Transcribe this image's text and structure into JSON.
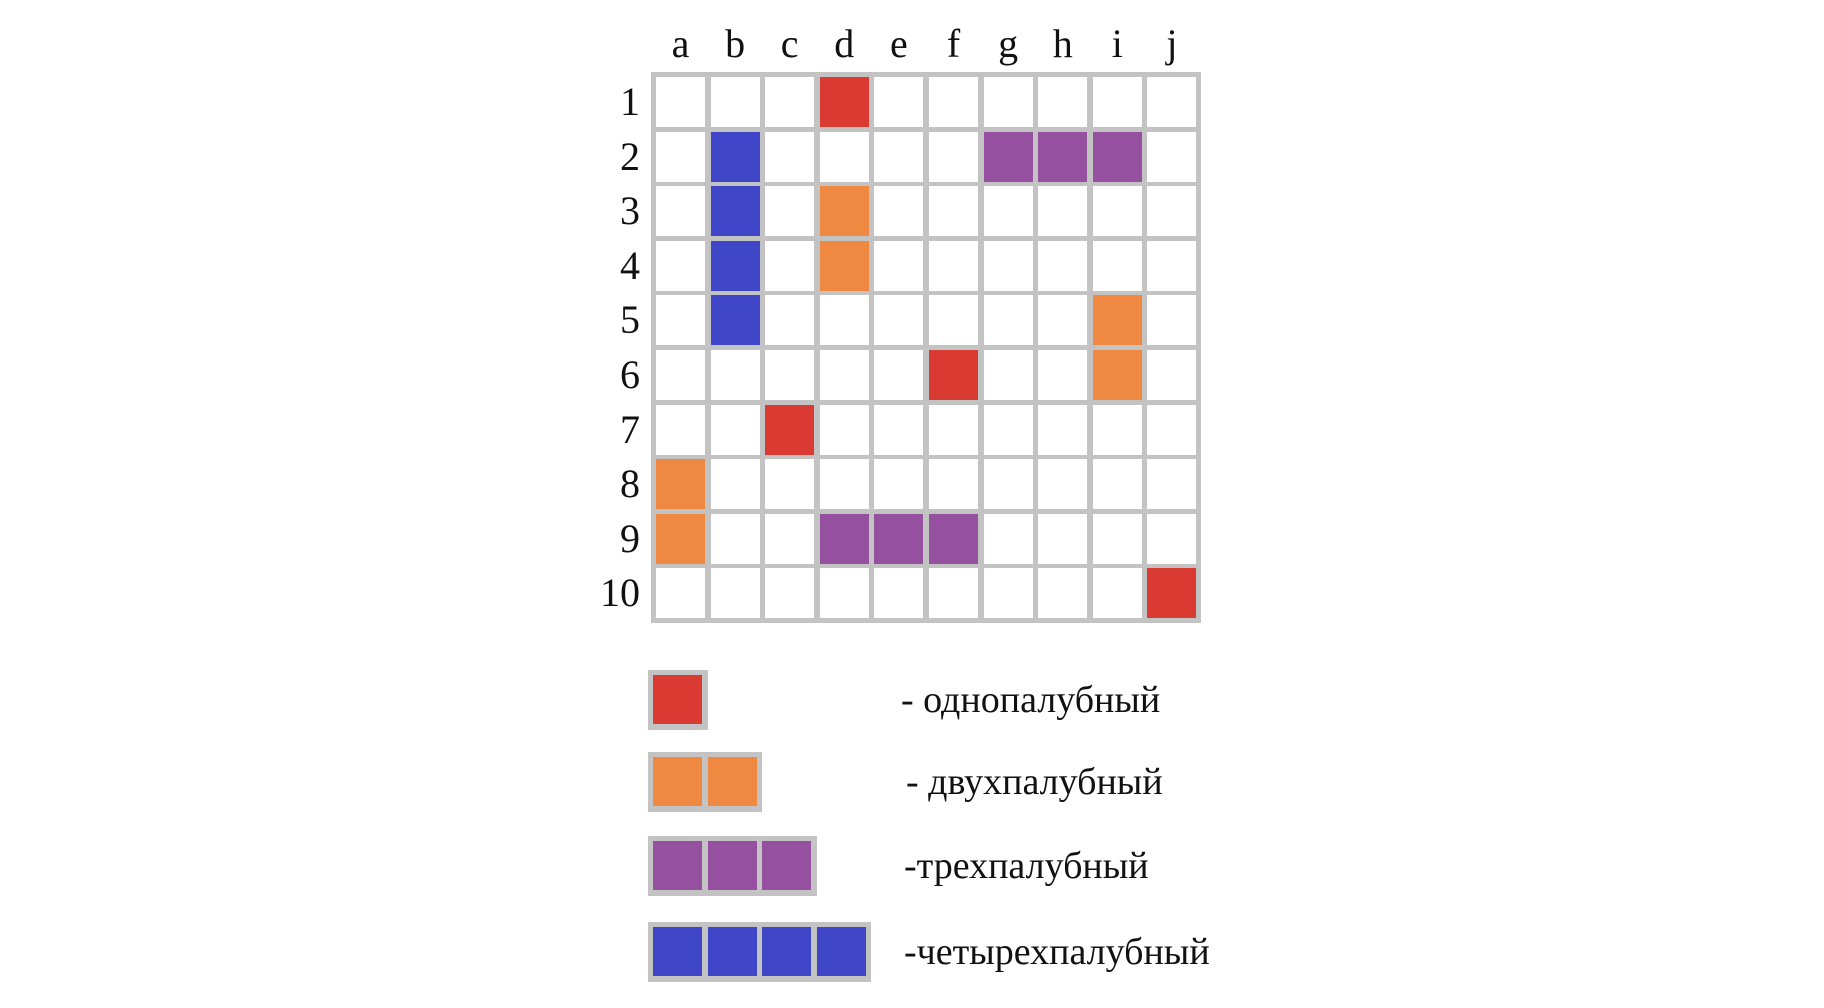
{
  "columns": [
    "a",
    "b",
    "c",
    "d",
    "e",
    "f",
    "g",
    "h",
    "i",
    "j"
  ],
  "rows": [
    "1",
    "2",
    "3",
    "4",
    "5",
    "6",
    "7",
    "8",
    "9",
    "10"
  ],
  "colors": {
    "one_deck": "#d93a32",
    "two_deck": "#ef8840",
    "three_deck": "#9650a0",
    "four_deck": "#3f47c8",
    "grid_line": "#c3c3c3",
    "empty_cell": "#ffffff"
  },
  "ships": [
    {
      "kind": "one_deck",
      "cells": [
        "d1"
      ]
    },
    {
      "kind": "three_deck",
      "cells": [
        "g2",
        "h2",
        "i2"
      ]
    },
    {
      "kind": "four_deck",
      "cells": [
        "b2",
        "b3",
        "b4",
        "b5"
      ]
    },
    {
      "kind": "two_deck",
      "cells": [
        "d3",
        "d4"
      ]
    },
    {
      "kind": "two_deck",
      "cells": [
        "i5",
        "i6"
      ]
    },
    {
      "kind": "one_deck",
      "cells": [
        "f6"
      ]
    },
    {
      "kind": "one_deck",
      "cells": [
        "c7"
      ]
    },
    {
      "kind": "two_deck",
      "cells": [
        "a8",
        "a9"
      ]
    },
    {
      "kind": "three_deck",
      "cells": [
        "d9",
        "e9",
        "f9"
      ]
    },
    {
      "kind": "one_deck",
      "cells": [
        "j10"
      ]
    }
  ],
  "legend": [
    {
      "kind": "one_deck",
      "decks": 1,
      "label": "- однопалубный"
    },
    {
      "kind": "two_deck",
      "decks": 2,
      "label": "- двухпалубный"
    },
    {
      "kind": "three_deck",
      "decks": 3,
      "label": "-трехпалубный"
    },
    {
      "kind": "four_deck",
      "decks": 4,
      "label": "-четырехпалубный"
    }
  ]
}
